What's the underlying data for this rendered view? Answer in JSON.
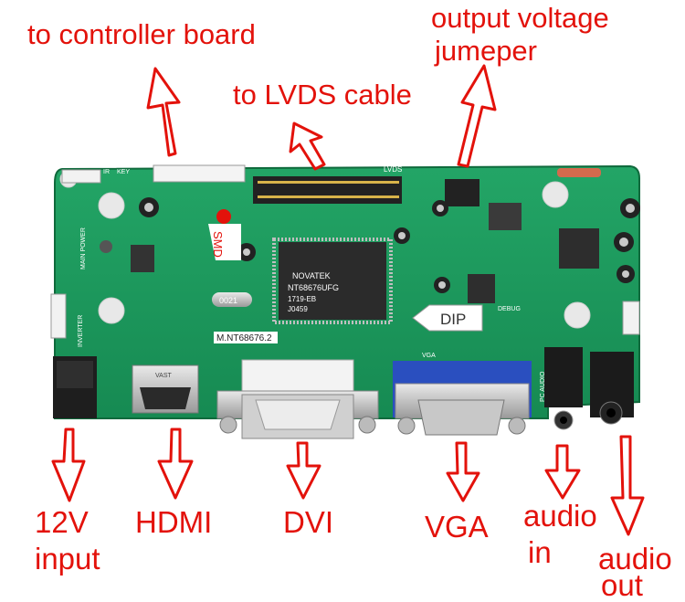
{
  "annotations": {
    "controller_board": "to controller board",
    "lvds_cable": "to LVDS cable",
    "output_voltage_line1": "output voltage",
    "output_voltage_line2": "jumeper",
    "input_12v_line1": "12V",
    "input_12v_line2": "input",
    "hdmi": "HDMI",
    "dvi": "DVI",
    "vga": "VGA",
    "audio_in_line1": "audio",
    "audio_in_line2": "in",
    "audio_out_line1": "audio",
    "audio_out_line2": "out"
  },
  "board": {
    "model": "M.NT68676.2",
    "chip_brand": "NOVATEK",
    "chip_part": "NT68676UFG",
    "chip_line2": "1719-EB",
    "chip_line3": "J0459",
    "smd_tag": "SMD",
    "dip_tag": "DIP",
    "lvds_silk": "LVDS",
    "vga_silk": "VGA",
    "ir_silk": "IR",
    "key_silk": "KEY",
    "inverter_silk": "INVERTER",
    "main_power_silk": "MAIN POWER",
    "pc_audio_silk": "PC AUDIO",
    "debug_silk": "DEBUG",
    "hdmi_port_brand": "VAST",
    "crystal_text": "0021"
  },
  "colors": {
    "pcb": "#1e9a5e",
    "annotation": "#e3120b",
    "vga_connector": "#2a4fbf",
    "header": "#222222"
  }
}
